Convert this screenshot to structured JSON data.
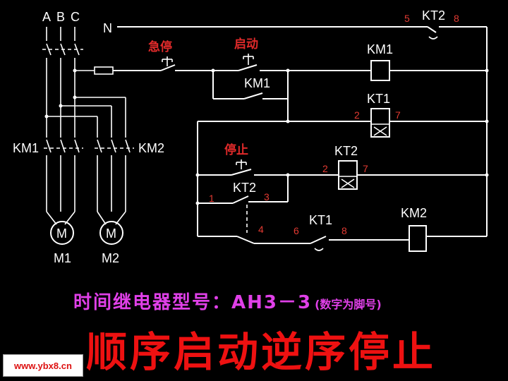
{
  "labels": {
    "phase_a": "A",
    "phase_b": "B",
    "phase_c": "C",
    "neutral": "N",
    "km1_main": "KM1",
    "km2_main": "KM2",
    "motor1": "M",
    "motor1_name": "M1",
    "motor2": "M",
    "motor2_name": "M2",
    "estop": "急停",
    "start": "启动",
    "stop": "停止",
    "km1_coil": "KM1",
    "km1_aux": "KM1",
    "kt1_coil": "KT1",
    "kt2_coil": "KT2",
    "kt2_contact": "KT2",
    "kt2_top": "KT2",
    "kt1_contact": "KT1",
    "km2_coil": "KM2"
  },
  "pins": {
    "kt2_top_left": "5",
    "kt2_top_right": "8",
    "kt1_coil_left": "2",
    "kt1_coil_right": "7",
    "kt2_coil_left": "2",
    "kt2_coil_right": "7",
    "kt2_contact_1": "1",
    "kt2_contact_3": "3",
    "kt2_contact_4": "4",
    "kt1_contact_6": "6",
    "kt1_contact_8": "8"
  },
  "model_text": "时间继电器型号：AH3－3",
  "model_note": "(数字为脚号)",
  "footer_title": "顺序启动逆序停止",
  "watermark": "www.ybx8.cn"
}
